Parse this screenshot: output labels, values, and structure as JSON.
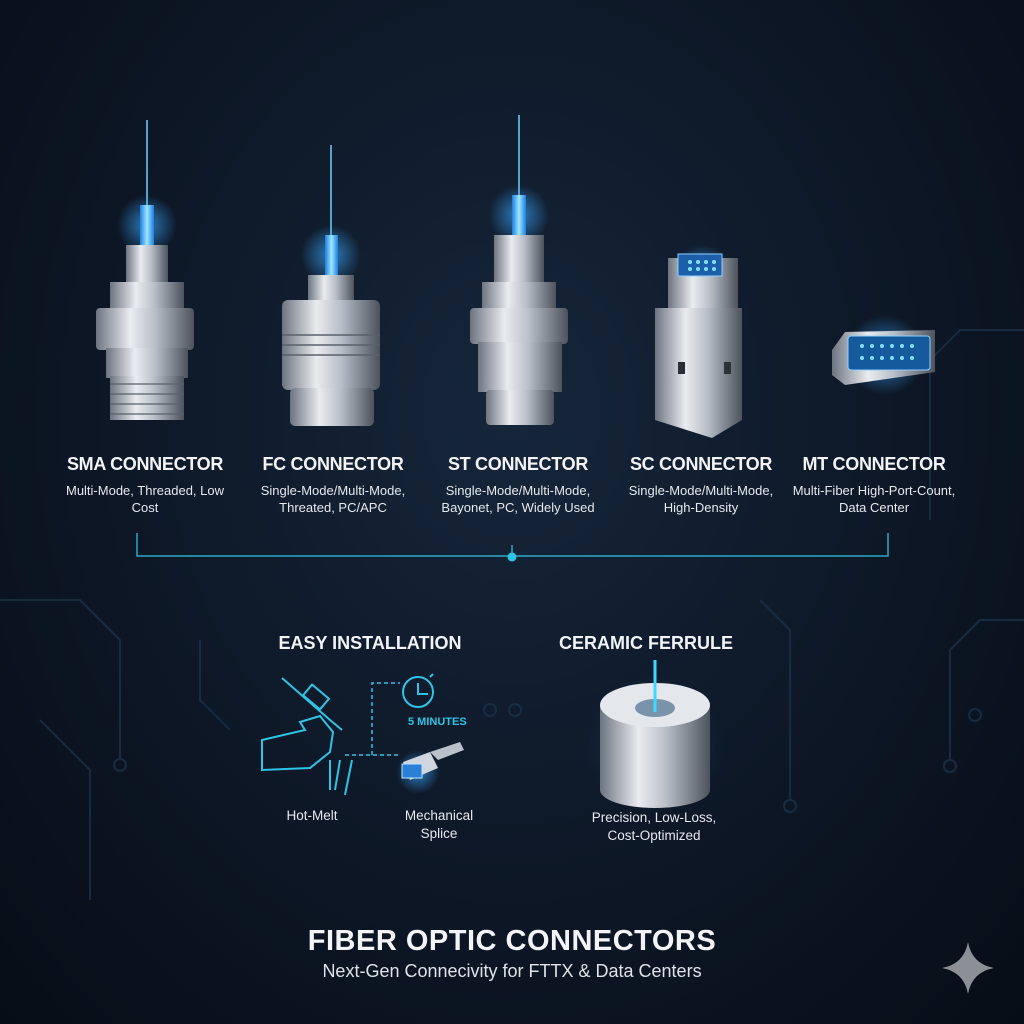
{
  "connectors": [
    {
      "title": "SMA CONNECTOR",
      "desc1": "Multi-Mode, Threaded, Low",
      "desc2": "Cost"
    },
    {
      "title": "FC CONNECTOR",
      "desc1": "Single-Mode/Multi-Mode,",
      "desc2": "Threated, PC/APC"
    },
    {
      "title": "ST CONNECTOR",
      "desc1": "Single-Mode/Multi-Mode,",
      "desc2": "Bayonet, PC, Widely Used"
    },
    {
      "title": "SC CONNECTOR",
      "desc1": "Single-Mode/Multi-Mode,",
      "desc2": "High-Density"
    },
    {
      "title": "MT CONNECTOR",
      "desc1": "Multi-Fiber High-Port-Count,",
      "desc2": "Data Center"
    }
  ],
  "installation": {
    "title": "EASY INSTALLATION",
    "time": "5 MINUTES",
    "hot_melt": "Hot-Melt",
    "mech1": "Mechanical",
    "mech2": "Splice"
  },
  "ferrule": {
    "title": "CERAMIC FERRULE",
    "desc1": "Precision, Low-Loss,",
    "desc2": "Cost-Optimized"
  },
  "footer": {
    "title": "FIBER OPTIC CONNECTORS",
    "subtitle": "Next-Gen Connecivity for FTTX & Data Centers"
  },
  "colors": {
    "accent": "#2ec4e6",
    "glow": "#3aa8ff",
    "background": "#0d1726"
  }
}
